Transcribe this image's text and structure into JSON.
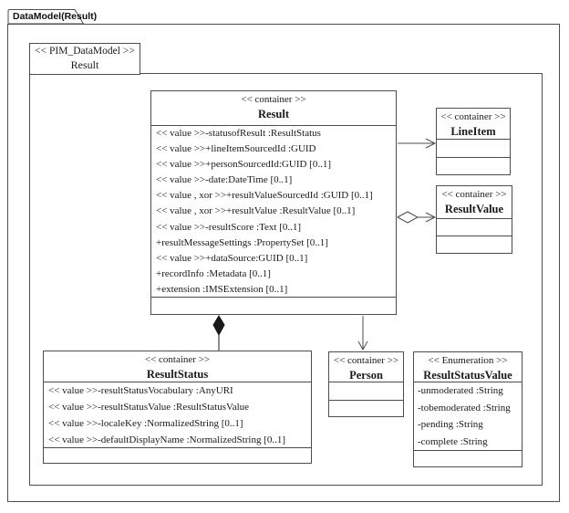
{
  "title_tab": "DataModel(Result)",
  "package": {
    "stereotype": "<< PIM_DataModel >>",
    "name": "Result"
  },
  "classes": {
    "result": {
      "stereotype": "<< container >>",
      "name": "Result",
      "attributes": [
        "<< value >>-statusofResult :ResultStatus",
        "<< value >>+lineItemSourcedId :GUID",
        "<< value >>+personSourcedId:GUID [0..1]",
        "<< value >>-date:DateTime [0..1]",
        "<< value , xor >>+resultValueSourcedId :GUID [0..1]",
        "<< value , xor >>+resultValue :ResultValue [0..1]",
        "<< value >>-resultScore :Text [0..1]",
        "+resultMessageSettings :PropertySet [0..1]",
        "<< value >>+dataSource:GUID [0..1]",
        "+recordInfo :Metadata [0..1]",
        "+extension :IMSExtension [0..1]"
      ]
    },
    "lineitem": {
      "stereotype": "<< container >>",
      "name": "LineItem"
    },
    "resultvalue": {
      "stereotype": "<< container >>",
      "name": "ResultValue"
    },
    "resultstatus": {
      "stereotype": "<< container >>",
      "name": "ResultStatus",
      "attributes": [
        "<< value >>-resultStatusVocabulary :AnyURI",
        "<< value >>-resultStatusValue :ResultStatusValue",
        "<< value >>-localeKey :NormalizedString [0..1]",
        "<< value >>-defaultDisplayName :NormalizedString [0..1]"
      ]
    },
    "person": {
      "stereotype": "<< container >>",
      "name": "Person"
    },
    "resultstatusvalue": {
      "stereotype": "<< Enumeration >>",
      "name": "ResultStatusValue",
      "attributes": [
        "-unmoderated :String",
        "-tobemoderated :String",
        "-pending :String",
        "-complete :String"
      ]
    }
  },
  "relations": [
    {
      "from": "Result",
      "to": "LineItem",
      "type": "association-arrow"
    },
    {
      "from": "Result",
      "to": "ResultValue",
      "type": "aggregation-open-diamond-arrow"
    },
    {
      "from": "Result",
      "to": "ResultStatus",
      "type": "composition-filled-diamond"
    },
    {
      "from": "Result",
      "to": "Person",
      "type": "association-arrow"
    }
  ],
  "colors": {
    "line": "#4d4d4d",
    "text": "#1a1a1a",
    "background": "#ffffff"
  }
}
